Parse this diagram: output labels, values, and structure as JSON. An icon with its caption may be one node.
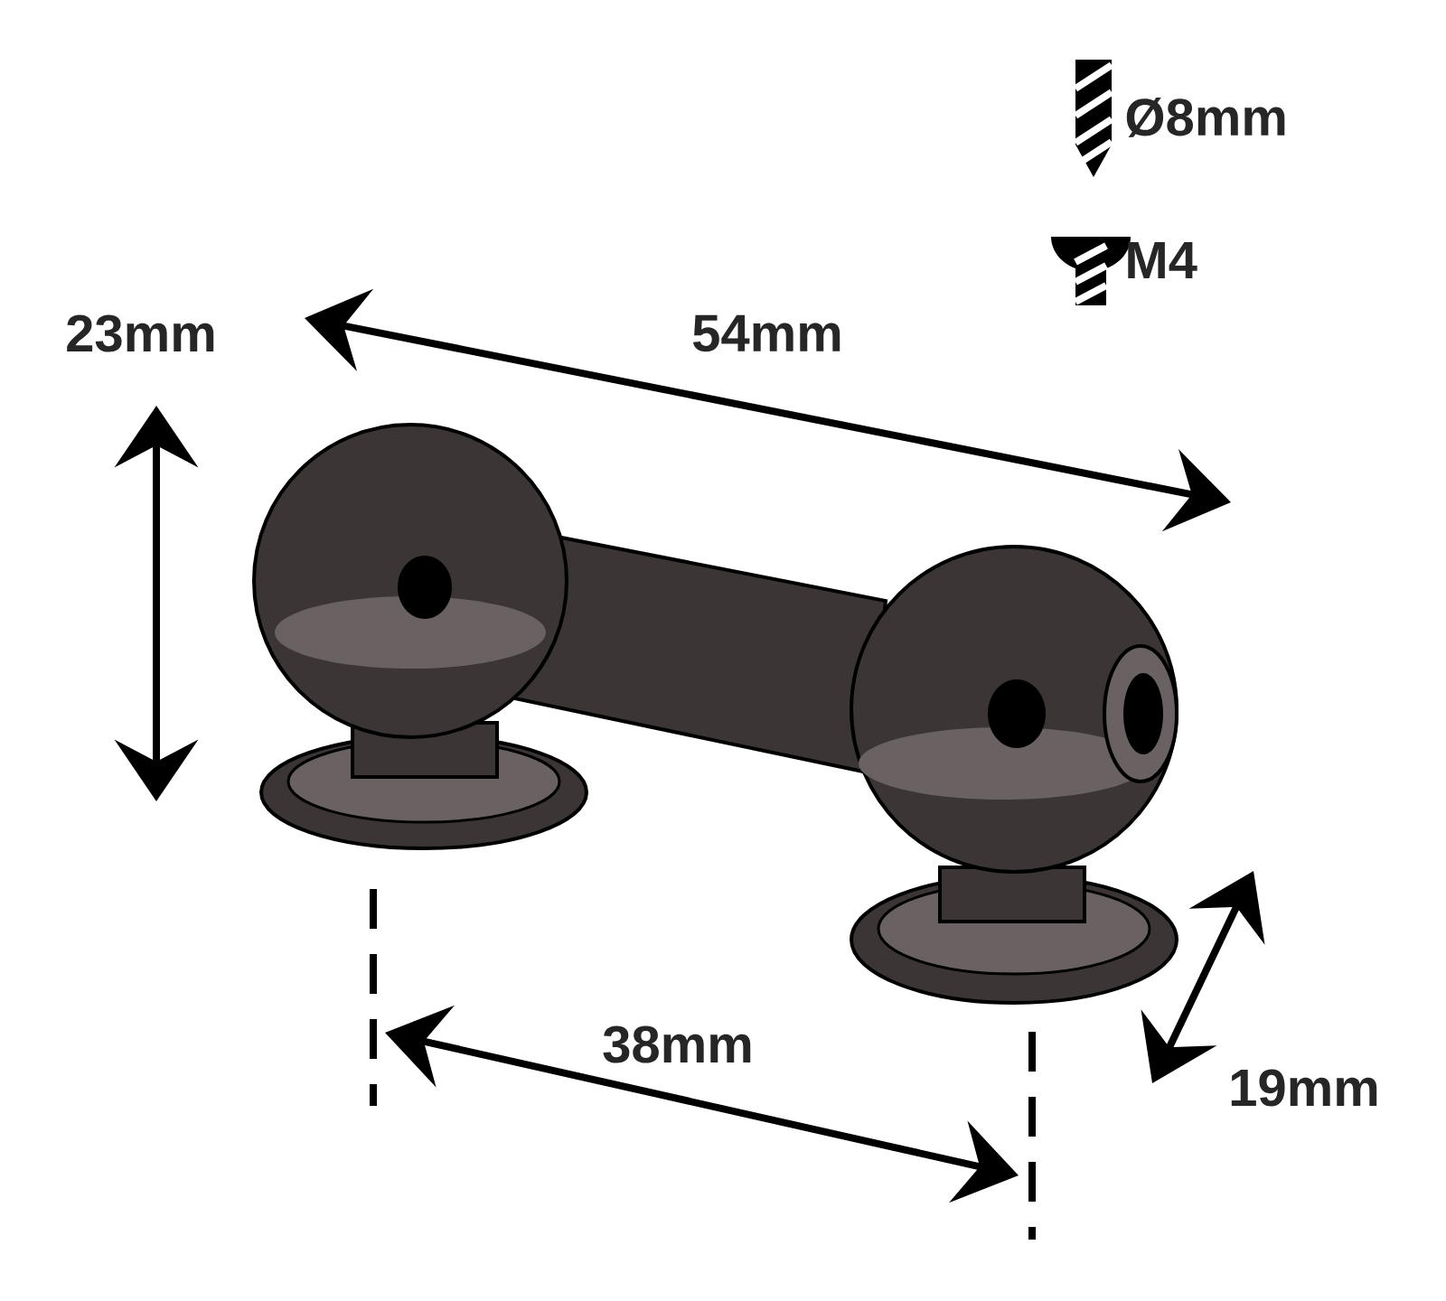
{
  "diagram": {
    "labels": [
      "Ø8mm",
      "M4",
      "23mm",
      "54mm",
      "38mm",
      "19mm"
    ]
  }
}
